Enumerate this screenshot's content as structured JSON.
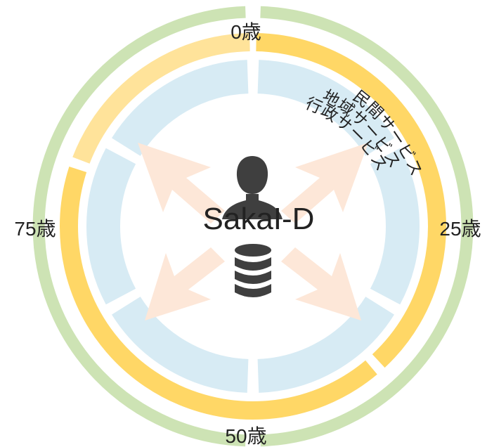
{
  "center_title": "SakaI-D",
  "age_labels": {
    "top": "0歳",
    "right": "25歳",
    "bottom": "50歳",
    "left": "75歳"
  },
  "ring_labels": {
    "outer": "民間サービス",
    "middle": "地域サービス",
    "inner": "行政サービス"
  },
  "colors": {
    "outer_ring": "#cde3b4",
    "middle_ring": "#ffd766",
    "middle_ring_light": "#ffe39a",
    "inner_ring": "#d7ebf4",
    "arrows": "#fde7d8",
    "icons": "#3f3f3f",
    "text": "#222222"
  },
  "icons": [
    "person-icon",
    "database-icon"
  ]
}
